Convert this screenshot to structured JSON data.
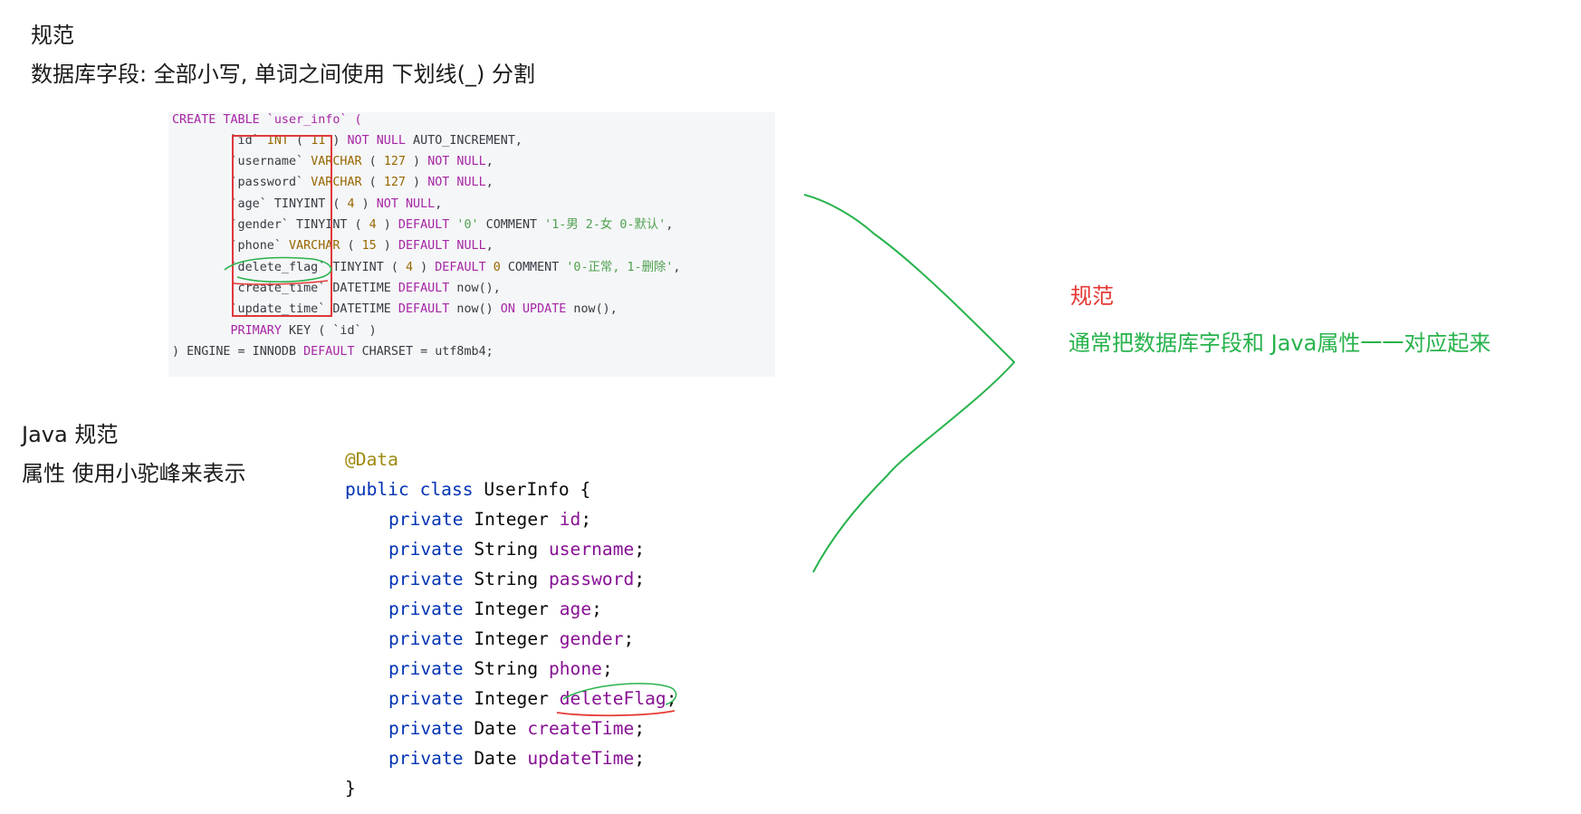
{
  "db_section": {
    "title": "规范",
    "subtitle": "数据库字段: 全部小写, 单词之间使用  下划线(_) 分割"
  },
  "sql": {
    "line0": "CREATE TABLE `user_info` (",
    "line1_a": "        `id` ",
    "line1_kw": "INT",
    "line1_b": " ( ",
    "line1_n": "11",
    "line1_c": " ) ",
    "line1_kw2": "NOT NULL",
    "line1_d": " AUTO_INCREMENT,",
    "line2_a": "        `username` ",
    "line2_kw": "VARCHAR",
    "line2_b": " ( ",
    "line2_n": "127",
    "line2_c": " ) ",
    "line2_kw2": "NOT NULL",
    "line2_d": ",",
    "line3_a": "        `password` ",
    "line3_kw": "VARCHAR",
    "line3_b": " ( ",
    "line3_n": "127",
    "line3_c": " ) ",
    "line3_kw2": "NOT NULL",
    "line3_d": ",",
    "line4_a": "        `age` TINYINT ( ",
    "line4_n": "4",
    "line4_c": " ) ",
    "line4_kw2": "NOT NULL",
    "line4_d": ",",
    "line5_a": "        `gender` TINYINT ( ",
    "line5_n": "4",
    "line5_c": " ) ",
    "line5_kw2": "DEFAULT",
    "line5_s1": " '0'",
    "line5_e": " COMMENT ",
    "line5_s2": "'1-男 2-女 0-默认'",
    "line5_d": ",",
    "line6_a": "        `phone` ",
    "line6_kw": "VARCHAR",
    "line6_b": " ( ",
    "line6_n": "15",
    "line6_c": " ) ",
    "line6_kw2": "DEFAULT NULL",
    "line6_d": ",",
    "line7_a": "        `delete_flag` TINYINT ( ",
    "line7_n": "4",
    "line7_c": " ) ",
    "line7_kw2": "DEFAULT",
    "line7_n2": " 0",
    "line7_e": " COMMENT ",
    "line7_s2": "'0-正常, 1-删除'",
    "line7_d": ",",
    "line8_a": "        `create_time` DATETIME ",
    "line8_kw2": "DEFAULT",
    "line8_d": " now(),",
    "line9_a": "        `update_time` DATETIME ",
    "line9_kw2": "DEFAULT",
    "line9_b": " now() ",
    "line9_kw3": "ON UPDATE",
    "line9_d": " now(),",
    "line10_a": "        ",
    "line10_kw": "PRIMARY",
    "line10_d": " KEY ( `id` )",
    "line11_a": ") ENGINE = INNODB ",
    "line11_kw": "DEFAULT",
    "line11_d": " CHARSET = utf8mb4;"
  },
  "java_section": {
    "title": "Java  规范",
    "subtitle": "属性 使用小驼峰来表示"
  },
  "java": {
    "annotation": "@Data",
    "class_kw1": "public",
    "class_kw2": "class",
    "class_name": " UserInfo {",
    "private_kw": "private",
    "fields": [
      {
        "type": " Integer ",
        "name": "id"
      },
      {
        "type": " String ",
        "name": "username"
      },
      {
        "type": " String ",
        "name": "password"
      },
      {
        "type": " Integer ",
        "name": "age"
      },
      {
        "type": " Integer ",
        "name": "gender"
      },
      {
        "type": " String ",
        "name": "phone"
      },
      {
        "type": " Integer ",
        "name": "deleteFlag"
      },
      {
        "type": " Date ",
        "name": "createTime"
      },
      {
        "type": " Date ",
        "name": "updateTime"
      }
    ],
    "semicolon": ";",
    "closing": "}"
  },
  "mapping_note": {
    "title": "规范",
    "text": "通常把数据库字段和 Java属性一一对应起来"
  },
  "colors": {
    "red": "#e53935",
    "green": "#27b34c"
  }
}
